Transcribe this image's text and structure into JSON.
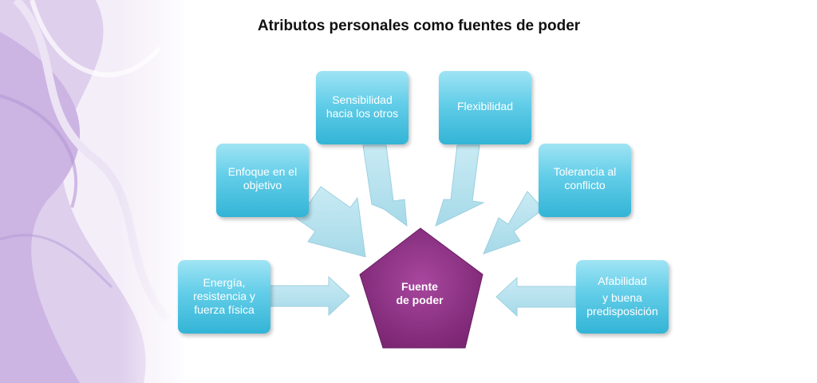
{
  "title": "Atributos personales como fuentes de poder",
  "center": {
    "lines": [
      "Fuente",
      "de poder"
    ],
    "color": "#8b2f83"
  },
  "attributes": [
    {
      "lines": [
        "Energía,",
        "resistencia y",
        "fuerza física"
      ]
    },
    {
      "lines": [
        "Enfoque en el",
        "objetivo"
      ]
    },
    {
      "lines": [
        "Sensibilidad",
        "hacia los otros"
      ]
    },
    {
      "lines": [
        "Flexibilidad"
      ]
    },
    {
      "lines": [
        "Tolerancia al",
        "conflicto"
      ]
    },
    {
      "lines": [
        "Afabilidad",
        "y buena",
        "predisposición"
      ]
    }
  ],
  "colors": {
    "box_top": "#9fe4f4",
    "box_bottom": "#33b4d6",
    "arrow": "#b9e4ef",
    "background_accent": "#b89ad6"
  }
}
